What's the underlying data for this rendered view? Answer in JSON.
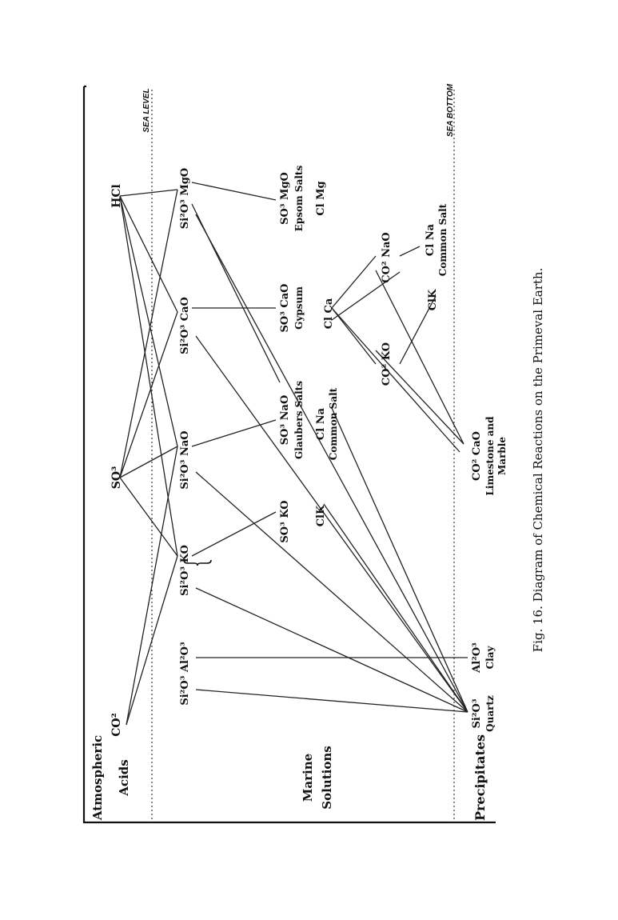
{
  "caption": "Fig. 16. Diagram of Chemical Reactions on the Primeval Earth.",
  "zones": {
    "atmospheric": "Atmospheric",
    "acids": "Acids",
    "marine": "Marine",
    "solutions": "Solutions",
    "precipitates": "Precipitates",
    "sea_level": "SEA LEVEL",
    "sea_bottom": "SEA BOTTOM"
  },
  "acids": {
    "co2": "CO²",
    "so3": "SO³",
    "hcl": "HCl"
  },
  "silicates": {
    "al": "Si²O³ Al²O³",
    "ko": "Si²O³ KO",
    "nao": "Si²O³ NaO",
    "cao": "Si²O³ CaO",
    "mgo": "Si²O³ MgO"
  },
  "solutions": {
    "so3ko": "SO³ KO",
    "clk": "ClK",
    "so3nao": "SO³ NaO",
    "glaubers": "Glaubers Salts",
    "clna": "Cl Na",
    "common_salt_1": "Common Salt",
    "so3cao": "SO³ CaO",
    "gypsum": "Gypsum",
    "so3mgo": "SO³ MgO",
    "epsom": "Epsom Salts",
    "clmg": "Cl Mg",
    "co2ko": "CO² KO",
    "clca": "Cl Ca",
    "clk2": "ClK",
    "co2nao": "CO² NaO",
    "clna2": "Cl Na",
    "common_salt_2": "Common Salt"
  },
  "precipitates": {
    "quartz_formula": "Si²O³",
    "quartz": "Quartz",
    "clay_formula": "Al²O³",
    "clay": "Clay",
    "limestone_formula": "CO² CaO",
    "limestone": "Limestone and",
    "marble": "Marble"
  }
}
